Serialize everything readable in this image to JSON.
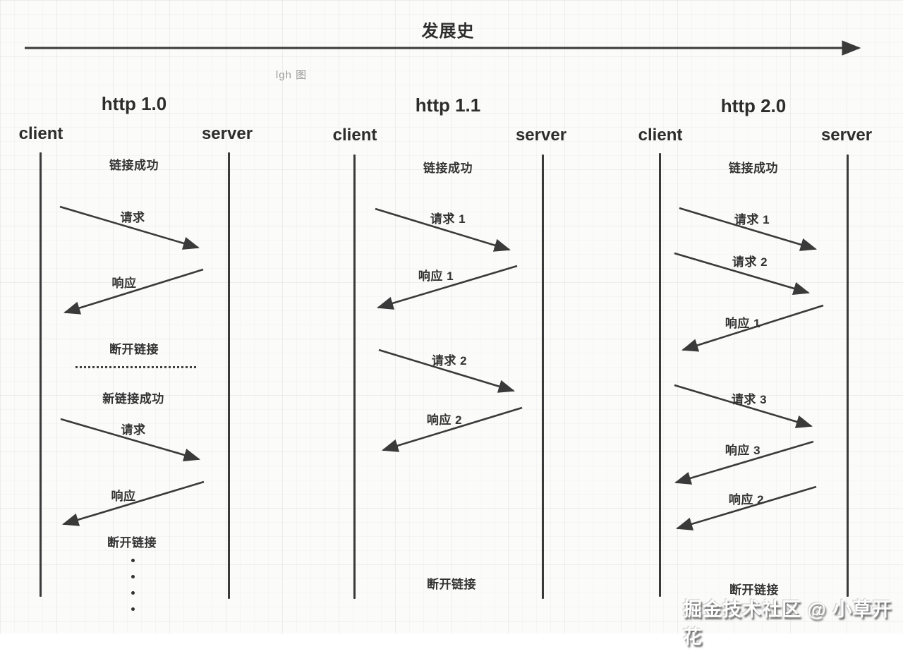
{
  "page": {
    "title": "发展史",
    "note": "lgh 图",
    "watermark": "掘金技术社区 @ 小草开花"
  },
  "colors": {
    "ink": "#3a3a3a",
    "text": "#333333",
    "muted": "#9b9b9b",
    "background": "#fbfbfa",
    "grid_line": "#e7e9ea",
    "watermark_fill": "#fefefe"
  },
  "timeline": {
    "direction": "left-to-right"
  },
  "columns": [
    {
      "protocol": "http 1.0",
      "client": "client",
      "server": "server",
      "events": [
        {
          "label": "链接成功",
          "type": "status"
        },
        {
          "label": "请求",
          "type": "request",
          "direction": "client-to-server"
        },
        {
          "label": "响应",
          "type": "response",
          "direction": "server-to-client"
        },
        {
          "label": "断开链接",
          "type": "status"
        },
        {
          "label": "新链接成功",
          "type": "status"
        },
        {
          "label": "请求",
          "type": "request",
          "direction": "client-to-server"
        },
        {
          "label": "响应",
          "type": "response",
          "direction": "server-to-client"
        },
        {
          "label": "断开链接",
          "type": "status"
        }
      ]
    },
    {
      "protocol": "http 1.1",
      "client": "client",
      "server": "server",
      "events": [
        {
          "label": "链接成功",
          "type": "status"
        },
        {
          "label": "请求 1",
          "type": "request",
          "direction": "client-to-server"
        },
        {
          "label": "响应 1",
          "type": "response",
          "direction": "server-to-client"
        },
        {
          "label": "请求 2",
          "type": "request",
          "direction": "client-to-server"
        },
        {
          "label": "响应 2",
          "type": "response",
          "direction": "server-to-client"
        },
        {
          "label": "断开链接",
          "type": "status"
        }
      ]
    },
    {
      "protocol": "http 2.0",
      "client": "client",
      "server": "server",
      "events": [
        {
          "label": "链接成功",
          "type": "status"
        },
        {
          "label": "请求 1",
          "type": "request",
          "direction": "client-to-server"
        },
        {
          "label": "请求 2",
          "type": "request",
          "direction": "client-to-server"
        },
        {
          "label": "响应 1",
          "type": "response",
          "direction": "server-to-client"
        },
        {
          "label": "请求 3",
          "type": "request",
          "direction": "client-to-server"
        },
        {
          "label": "响应 3",
          "type": "response",
          "direction": "server-to-client"
        },
        {
          "label": "响应 2",
          "type": "response",
          "direction": "server-to-client"
        },
        {
          "label": "断开链接",
          "type": "status"
        }
      ]
    }
  ]
}
